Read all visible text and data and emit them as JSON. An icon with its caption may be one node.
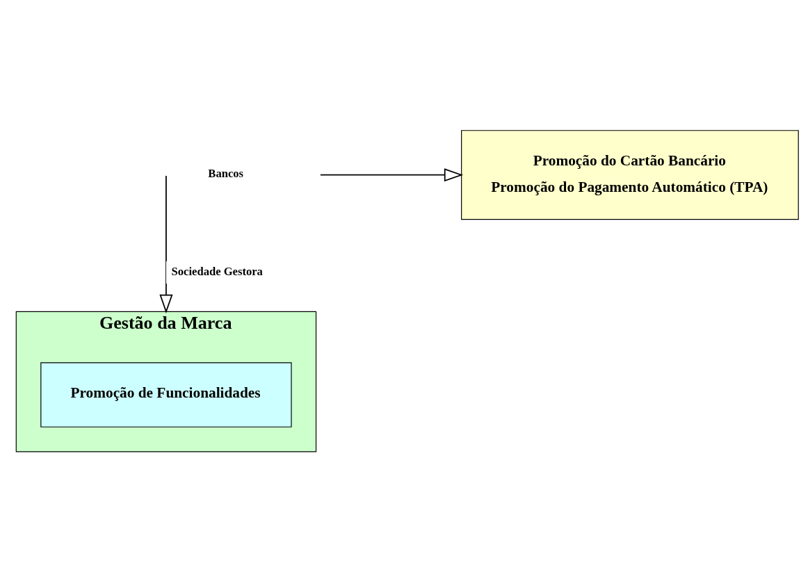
{
  "diagram": {
    "nodes": [
      {
        "text": [
          "Gestão da Marca"
        ]
      },
      {
        "text": [
          "Promoção de Funcionalidades"
        ],
        "in": 0
      },
      {
        "text": [
          "Promoção do Cartão Bancário",
          "Promoção do Pagamento Automático (TPA)"
        ]
      }
    ],
    "edges": [
      {
        "from": null,
        "to": 0,
        "arrow": "to",
        "label": "Sociedade Gestora"
      },
      {
        "from": null,
        "to": 2,
        "arrow": "to"
      }
    ],
    "labels": [
      "Bancos"
    ]
  }
}
